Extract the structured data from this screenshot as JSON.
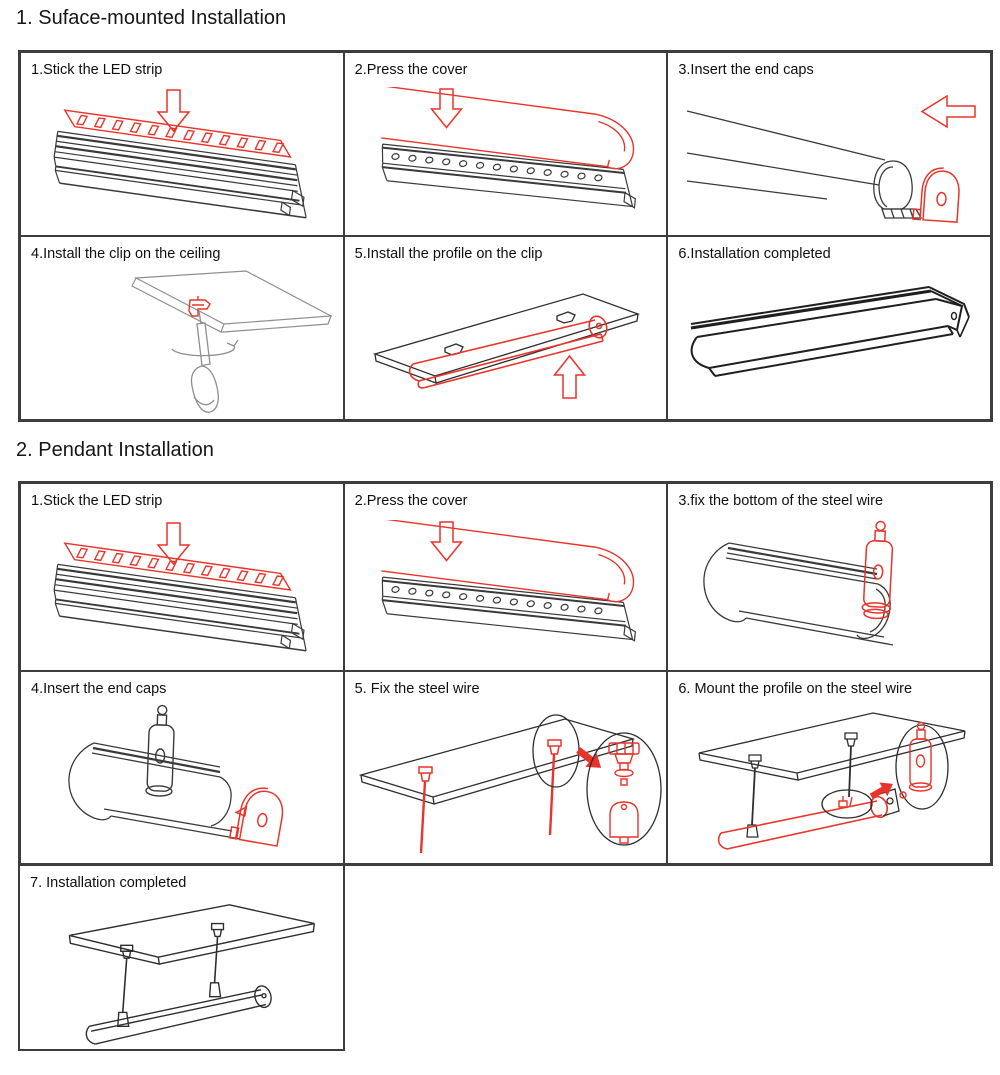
{
  "document": {
    "background": "#ffffff",
    "table_border_color": "#3d3d3d",
    "drawing_line_color": "#2e2e2e",
    "drawing_gray_color": "#8f8f8f",
    "accent_red": "#e8342a"
  },
  "sections": [
    {
      "title": "1. Suface-mounted Installation",
      "steps": [
        {
          "label": "1.Stick the LED strip"
        },
        {
          "label": "2.Press the cover"
        },
        {
          "label": "3.Insert the end caps"
        },
        {
          "label": "4.Install the clip on the ceiling"
        },
        {
          "label": "5.Install the profile on the clip"
        },
        {
          "label": "6.Installation completed"
        }
      ]
    },
    {
      "title": "2. Pendant Installation",
      "steps": [
        {
          "label": "1.Stick the LED strip"
        },
        {
          "label": "2.Press the cover"
        },
        {
          "label": "3.fix the bottom of the steel wire"
        },
        {
          "label": "4.Insert the end caps"
        },
        {
          "label": "5. Fix the steel wire"
        },
        {
          "label": "6. Mount the profile on the steel wire"
        },
        {
          "label": "7. Installation completed"
        }
      ]
    }
  ]
}
